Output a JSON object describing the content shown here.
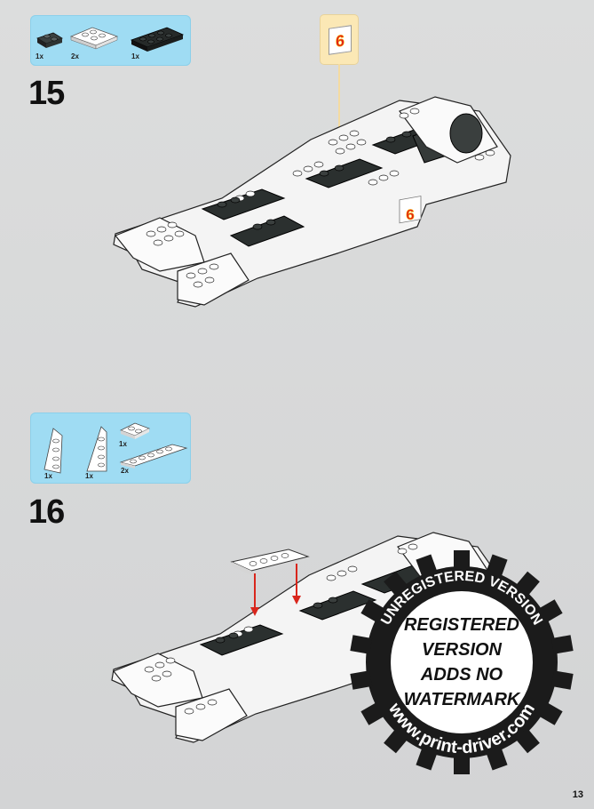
{
  "steps": [
    {
      "number": "15",
      "parts": [
        {
          "qty": "1x"
        },
        {
          "qty": "2x"
        },
        {
          "qty": "1x"
        }
      ]
    },
    {
      "number": "16",
      "parts": [
        {
          "qty": "1x"
        },
        {
          "qty": "1x"
        },
        {
          "qty": "1x"
        },
        {
          "qty": "2x"
        }
      ]
    }
  ],
  "callout": {
    "sticker_number": "6"
  },
  "sticker_number": "6",
  "watermark": {
    "line1": "REGISTERED",
    "line2": "VERSION",
    "line3": "ADDS NO",
    "line4": "WATERMARK",
    "arc_top": "UNREGISTERED VERSION",
    "arc_bottom": "www.print-driver.com"
  },
  "page_number": "13",
  "colors": {
    "parts_box": "#9fdcf3",
    "callout_box": "#fbe8b5",
    "sticker_red": "#e21b1b",
    "sticker_yellow": "#f5b400",
    "brick_dark": "#2a2f2e",
    "brick_white": "#f7f7f7",
    "arrow_red": "#d9261c"
  }
}
